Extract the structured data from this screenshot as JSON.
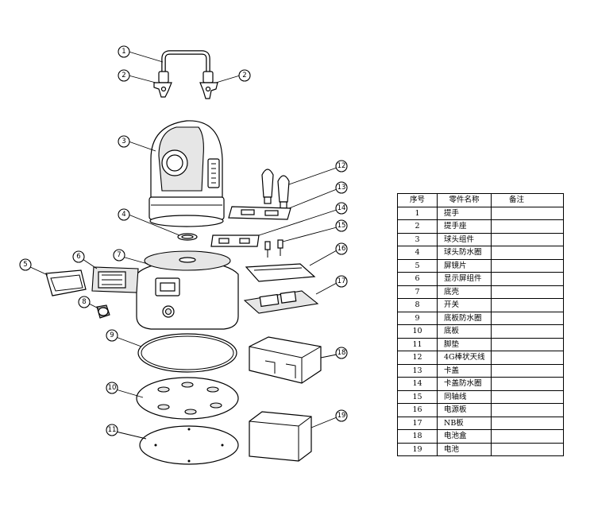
{
  "callouts": [
    "1",
    "2",
    "2",
    "3",
    "4",
    "5",
    "6",
    "7",
    "8",
    "9",
    "10",
    "11",
    "12",
    "13",
    "14",
    "15",
    "16",
    "17",
    "18",
    "19"
  ],
  "table": {
    "headers": {
      "no": "序号",
      "name": "零件名称",
      "note": "备注"
    },
    "rows": [
      {
        "no": "1",
        "name": "提手",
        "note": ""
      },
      {
        "no": "2",
        "name": "提手座",
        "note": ""
      },
      {
        "no": "3",
        "name": "球头组件",
        "note": ""
      },
      {
        "no": "4",
        "name": "球头防水圈",
        "note": ""
      },
      {
        "no": "5",
        "name": "屏镜片",
        "note": ""
      },
      {
        "no": "6",
        "name": "显示屏组件",
        "note": ""
      },
      {
        "no": "7",
        "name": "底壳",
        "note": ""
      },
      {
        "no": "8",
        "name": "开关",
        "note": ""
      },
      {
        "no": "9",
        "name": "底板防水圈",
        "note": ""
      },
      {
        "no": "10",
        "name": "底板",
        "note": ""
      },
      {
        "no": "11",
        "name": "脚垫",
        "note": ""
      },
      {
        "no": "12",
        "name": "4G棒状天线",
        "note": ""
      },
      {
        "no": "13",
        "name": "卡盖",
        "note": ""
      },
      {
        "no": "14",
        "name": "卡盖防水圈",
        "note": ""
      },
      {
        "no": "15",
        "name": "同轴线",
        "note": ""
      },
      {
        "no": "16",
        "name": "电源板",
        "note": ""
      },
      {
        "no": "17",
        "name": "NB板",
        "note": ""
      },
      {
        "no": "18",
        "name": "电池盒",
        "note": ""
      },
      {
        "no": "19",
        "name": "电池",
        "note": ""
      }
    ]
  }
}
